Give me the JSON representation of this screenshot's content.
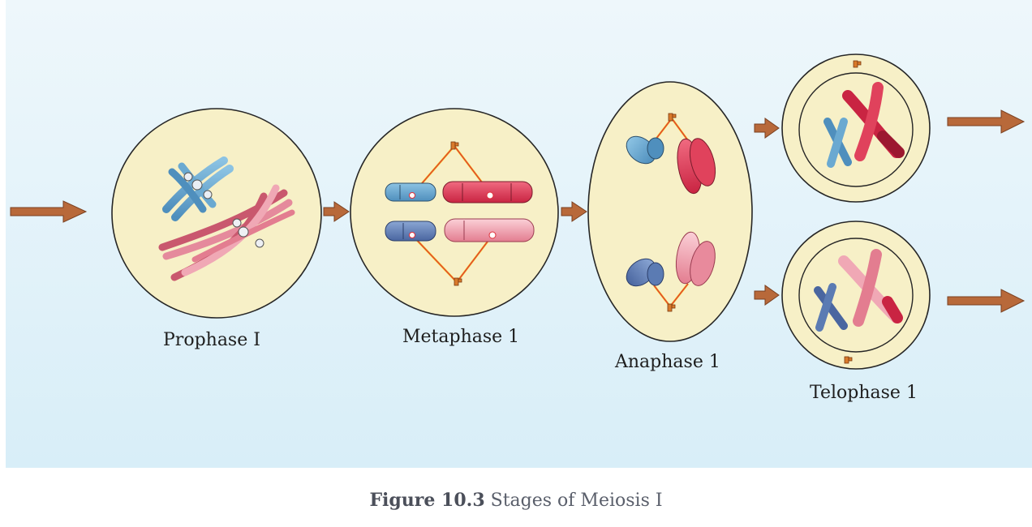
{
  "labels": {
    "prophase": "Prophase I",
    "metaphase": "Metaphase 1",
    "anaphase": "Anaphase 1",
    "telophase": "Telophase 1"
  },
  "caption": {
    "figure": "Figure 10.3",
    "text": "Stages of Meiosis I"
  },
  "colors": {
    "background_top": "#eef7fb",
    "background_bottom": "#d6eefa",
    "cell_fill": "#f7f0c7",
    "cell_stroke": "#262626",
    "arrow": "#b8693a",
    "chromosome_blue": "#6aa9d1",
    "chromosome_dark_blue": "#5b7bb3",
    "chromosome_red": "#e0425c",
    "chromosome_pink": "#f0a0ae",
    "spindle_red": "#e0303a",
    "spindle_yellow": "#f2c21b",
    "centriole": "#d97a2b"
  }
}
